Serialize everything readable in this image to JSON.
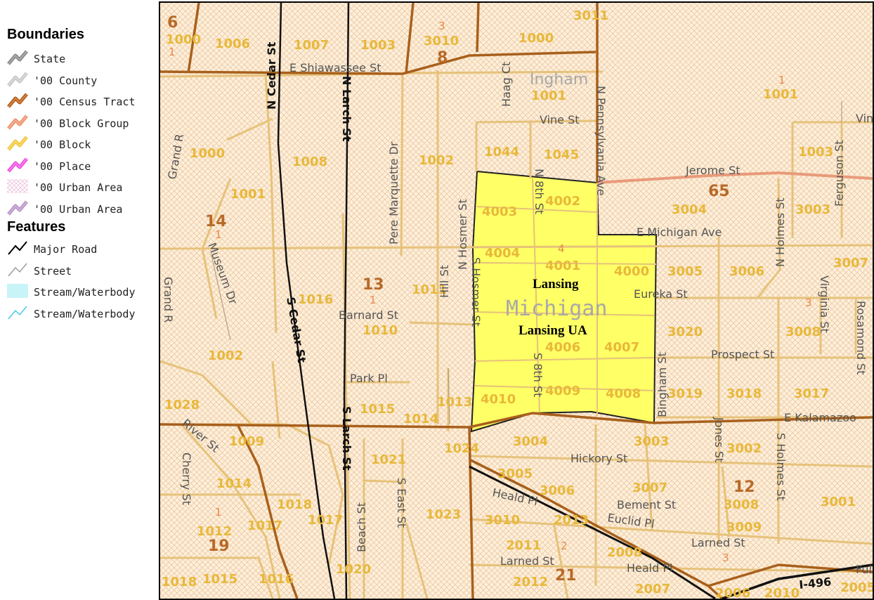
{
  "legend": {
    "boundaries_title": "Boundaries",
    "features_title": "Features",
    "boundary_items": [
      {
        "label": "State",
        "color": "#888888"
      },
      {
        "label": "'00 County",
        "color": "#c8c8c8"
      },
      {
        "label": "'00 Census Tract",
        "color": "#b85a10"
      },
      {
        "label": "'00 Block Group",
        "color": "#f0906a"
      },
      {
        "label": "'00 Block",
        "color": "#f3c83a"
      },
      {
        "label": "'00 Place",
        "color": "#f04ce0"
      },
      {
        "label": "'00 Urban Area",
        "color": "#f0c8e0"
      },
      {
        "label": "'00 Urban Area",
        "color": "#b894c8"
      }
    ],
    "feature_items": [
      {
        "label": "Major Road",
        "color": "#000000"
      },
      {
        "label": "Street",
        "color": "#999999"
      },
      {
        "label": "Stream/Waterbody",
        "color": "#c8f4f8"
      },
      {
        "label": "Stream/Waterbody",
        "color": "#40c8e8"
      }
    ]
  },
  "map": {
    "colors": {
      "background": "#fdf0dc",
      "hatch": "#efc9a2",
      "place": "#ffff66",
      "tract": "#a8601c",
      "block": "#e6c27a",
      "blockgroup": "#e89a7a"
    },
    "region_labels": {
      "county": "Ingham",
      "state": "Michigan",
      "place": "Lansing",
      "urban_area": "Lansing UA"
    },
    "streets": {
      "shiawassee": "E Shiawassee St",
      "n_cedar": "N Cedar St",
      "n_larch": "N Larch St",
      "haag": "Haag Ct",
      "pennsylvania": "N Pennsylvania Ave",
      "vine": "Vine St",
      "vine_r": "Vin",
      "ferguson": "Ferguson St",
      "grand_r_top": "Grand R",
      "pere_marquette": "Pere Marquette Dr",
      "n_hosmer": "N Hosmer St",
      "n8th": "N 8th St",
      "jerome": "Jerome St",
      "n_holmes": "N Holmes St",
      "e_michigan": "E Michigan Ave",
      "museum": "Museum Dr",
      "grand_r_mid": "Grand R",
      "s_cedar": "S Cedar St",
      "barnard": "Barnard St",
      "hill": "Hill St",
      "s_hosmer": "S Hosmer St",
      "eureka": "Eureka St",
      "virginia": "Virginia St",
      "rosamond": "Rosamond St",
      "s8th": "S 8th St",
      "bingham": "Bingham St",
      "prospect": "Prospect St",
      "park": "Park Pl",
      "s_larch": "S Larch St",
      "e_kalamazoo": "E Kalamazoo",
      "river": "River St",
      "cherry": "Cherry St",
      "s_east": "S East St",
      "beach": "Beach St",
      "hickory": "Hickory St",
      "jones": "Jones St",
      "s_holmes": "S Holmes St",
      "heald": "Heald Pl",
      "bement": "Bement St",
      "euclid": "Euclid Pl",
      "larned_r": "Larned St",
      "larned_l": "Larned St",
      "heald_b": "Heald Pl",
      "i496": "I-496",
      "fuller": "Fulle"
    },
    "tract_numbers": {
      "t6": "6",
      "t8": "8",
      "t14": "14",
      "t13": "13",
      "t65": "65",
      "t12": "12",
      "t19": "19",
      "t21": "21"
    },
    "group_numbers": {
      "g1a": "1",
      "g3a": "3",
      "g1b": "1",
      "g1c": "1",
      "g4": "4",
      "g1d": "1",
      "g3b": "3",
      "g1e": "1",
      "g2": "2",
      "g3c": "3"
    },
    "block_numbers": {
      "b1000a": "1000",
      "b1006": "1006",
      "b1007": "1007",
      "b1003a": "1003",
      "b3010": "3010",
      "b3011": "3011",
      "b1000b": "1000",
      "b1001a": "1001",
      "b1001b": "1001",
      "b1000c": "1000",
      "b1008": "1008",
      "b1002a": "1002",
      "b1044": "1044",
      "b1045": "1045",
      "b1001c": "1001",
      "b1003b": "1003",
      "b4003": "4003",
      "b4002": "4002",
      "b3004a": "3004",
      "b3003a": "3003",
      "b4004": "4004",
      "b4001": "4001",
      "b4000": "4000",
      "b3005": "3005",
      "b3006": "3006",
      "b3007": "3007",
      "b1016": "1016",
      "b1011": "1011",
      "b1010": "1010",
      "b3020": "3020",
      "b3008": "3008",
      "b4006": "4006",
      "b4007": "4007",
      "b1002b": "1002",
      "b4010": "4010",
      "b4009": "4009",
      "b4008": "4008",
      "b3019": "3019",
      "b3018": "3018",
      "b3017": "3017",
      "b1013": "1013",
      "b1015a": "1015",
      "b1014a": "1014",
      "b1028": "1028",
      "b1009": "1009",
      "b3004b": "3004",
      "b3003b": "3003",
      "b3002": "3002",
      "b1024": "1024",
      "b1021": "1021",
      "b3005b": "3005",
      "b3006b": "3006",
      "b1014b": "1014",
      "b3007b": "3007",
      "b3008b": "3008",
      "b3001": "3001",
      "b1018a": "1018",
      "b1023": "1023",
      "b1012": "1012",
      "b1017a": "1017",
      "b1017b": "1017",
      "b3010b": "3010",
      "b2013": "2013",
      "b3009": "3009",
      "b2011": "2011",
      "b2008": "2008",
      "b1018b": "1018",
      "b1015b": "1015",
      "b1016b": "1016",
      "b1020": "1020",
      "b2012": "2012",
      "b2007": "2007",
      "b2006": "2006",
      "b2010": "2010",
      "b2005": "2005"
    }
  }
}
